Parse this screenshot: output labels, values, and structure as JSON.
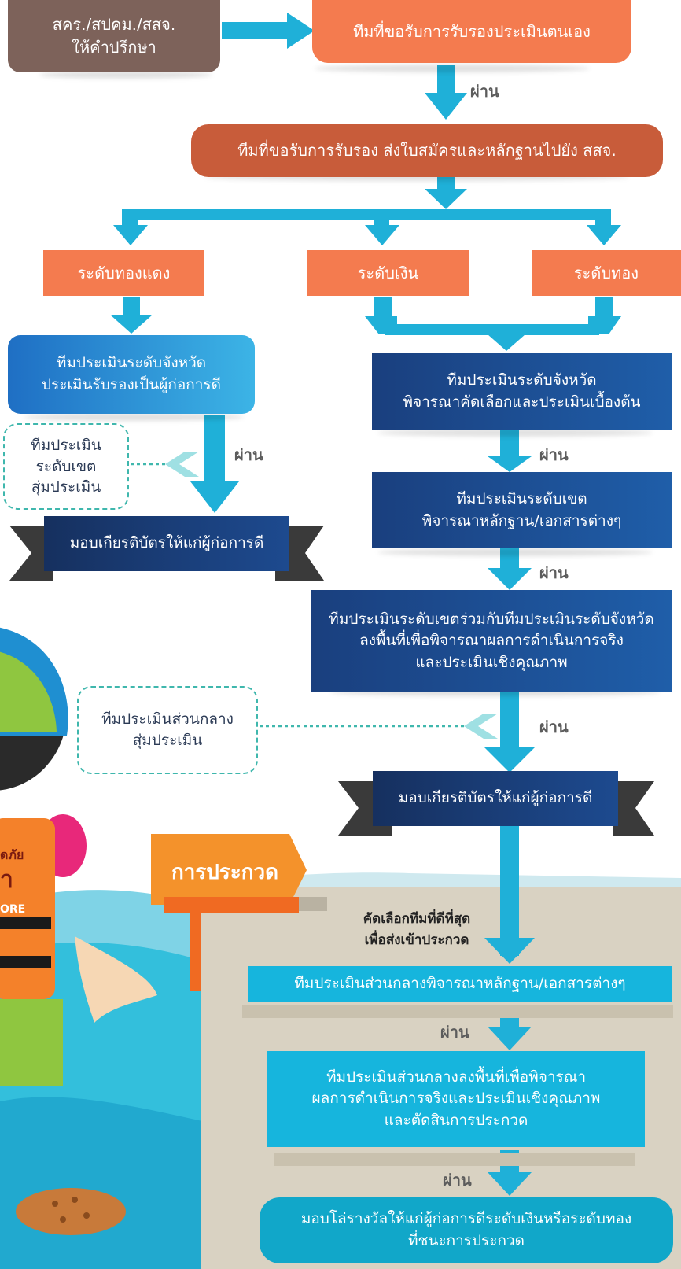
{
  "colors": {
    "arrow": "#1fb0d8",
    "brown_box": "#7d625a",
    "orange": "#f47b4f",
    "rust": "#c85c3a",
    "navy": "#1d4a8f",
    "dark_navy": "#16305f",
    "ribbon_dark": "#3a3a3a",
    "cyan": "#16b5dd",
    "teal": "#11a7c9",
    "beige": "#d9d2c2",
    "contest_orange": "#f4922b"
  },
  "advisor": {
    "line1": "สคร./สปคม./สสจ.",
    "line2": "ให้คำปรึกษา"
  },
  "self_assess": "ทีมที่ขอรับการรับรองประเมินตนเอง",
  "submit": "ทีมที่ขอรับการรับรอง ส่งใบสมัครและหลักฐานไปยัง สสจ.",
  "levels": {
    "bronze": "ระดับทองแดง",
    "silver": "ระดับเงิน",
    "gold": "ระดับทอง"
  },
  "province_bronze": {
    "line1": "ทีมประเมินระดับจังหวัด",
    "line2": "ประเมินรับรองเป็นผู้ก่อการดี"
  },
  "district_random": {
    "line1": "ทีมประเมิน",
    "line2": "ระดับเขต",
    "line3": "สุ่มประเมิน"
  },
  "certificate_left": "มอบเกียรติบัตรให้แก่ผู้ก่อการดี",
  "province_silver": {
    "line1": "ทีมประเมินระดับจังหวัด",
    "line2": "พิจารณาคัดเลือกและประเมินเบื้องต้น"
  },
  "district_review": {
    "line1": "ทีมประเมินระดับเขต",
    "line2": "พิจารณาหลักฐาน/เอกสารต่างๆ"
  },
  "joint_field": {
    "line1": "ทีมประเมินระดับเขตร่วมกับทีมประเมินระดับจังหวัด",
    "line2": "ลงพื้นที่เพื่อพิจารณาผลการดำเนินการจริง",
    "line3": "และประเมินเชิงคุณภาพ"
  },
  "central_random": {
    "line1": "ทีมประเมินส่วนกลาง",
    "line2": "สุ่มประเมิน"
  },
  "certificate_right": "มอบเกียรติบัตรให้แก่ผู้ก่อการดี",
  "contest": "การประกวด",
  "select_best": {
    "line1": "คัดเลือกทีมที่ดีที่สุด",
    "line2": "เพื่อส่งเข้าประกวด"
  },
  "central_review": "ทีมประเมินส่วนกลางพิจารณาหลักฐาน/เอกสารต่างๆ",
  "central_field": {
    "line1": "ทีมประเมินส่วนกลางลงพื้นที่เพื่อพิจารณา",
    "line2": "ผลการดำเนินการจริงและประเมินเชิงคุณภาพ",
    "line3": "และตัดสินการประกวด"
  },
  "award": {
    "line1": "มอบโล่รางวัลให้แก่ผู้ก่อการดีระดับเงินหรือระดับทอง",
    "line2": "ที่ชนะการประกวด"
  },
  "pass_label": "ผ่าน",
  "vest_text": {
    "line1": "ดภัย",
    "line2": "า",
    "line3": "ORE"
  }
}
